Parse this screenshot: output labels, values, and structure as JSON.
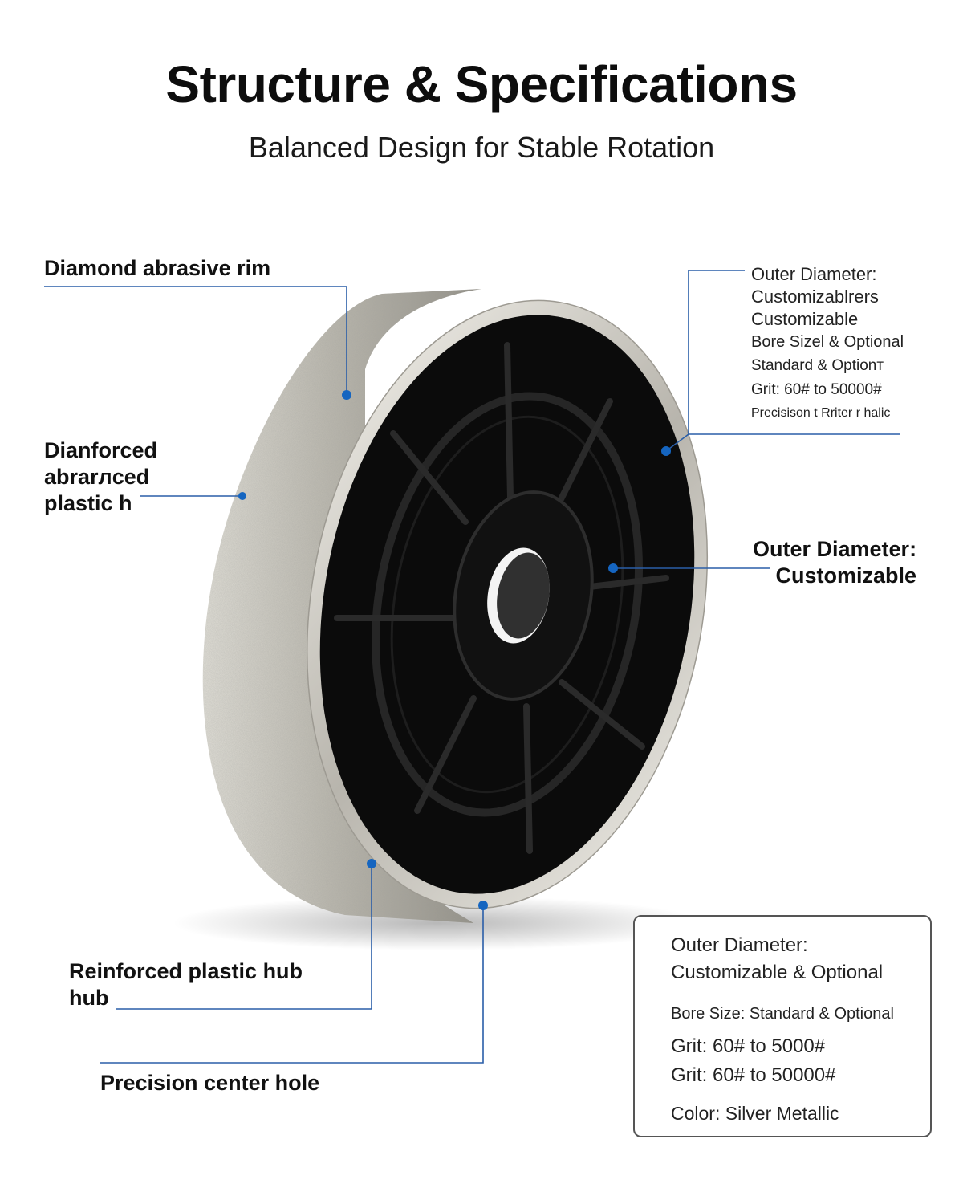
{
  "header": {
    "title": "Structure & Specifications",
    "subtitle": "Balanced Design for Stable Rotation"
  },
  "callouts": {
    "rim": {
      "text": "Diamond abrasive rim"
    },
    "hub_left": {
      "lines": [
        "Dianforced",
        "abrarлced",
        "plastic h"
      ]
    },
    "outer_diameter": {
      "lines": [
        "Outer Diameter:",
        "Customizable"
      ]
    },
    "reinforced_hub": {
      "lines": [
        "Reinforced plastic hub",
        "hub"
      ]
    },
    "center_hole": {
      "text": "Precision center hole"
    }
  },
  "spec_list_top": {
    "lines": [
      "Outer Diameter:",
      "Customizablrers",
      "Customizable",
      "Bore Sizel & Optional",
      "Standard & Optionт",
      "Grit: 60# to 50000#",
      "Precisison t Rriter r halic"
    ]
  },
  "spec_box": {
    "lines": [
      "Outer Diameter:",
      "Customizable & Optional",
      "Bore Size: Standard & Optional",
      "Grit: 60# to 5000#",
      "Grit: 60# to 50000#",
      "Color: Silver Metallic"
    ]
  },
  "colors": {
    "accent_blue": "#1565c0",
    "leader_line": "#2a5ea8",
    "wheel_face": "#0b0b0b",
    "rim_metal": "#c9c6bb"
  }
}
